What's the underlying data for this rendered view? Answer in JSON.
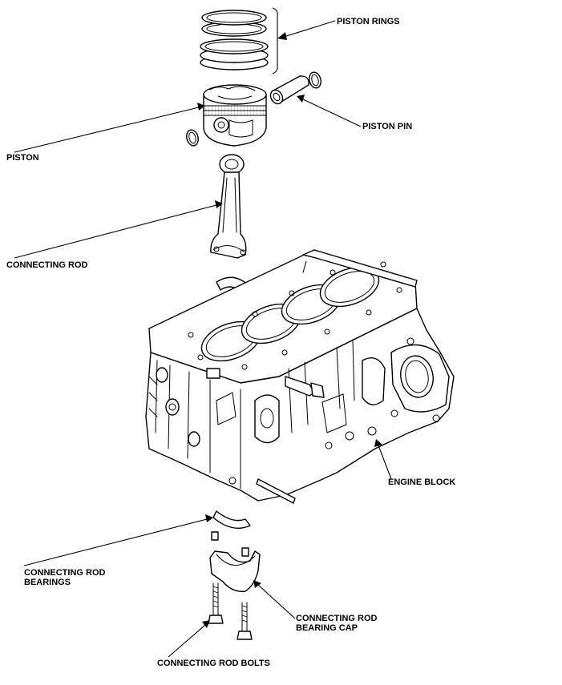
{
  "labels": {
    "piston_rings": "PISTON RINGS",
    "piston_pin": "PISTON PIN",
    "piston": "PISTON",
    "connecting_rod": "CONNECTING ROD",
    "engine_block": "ENGINE BLOCK",
    "connecting_rod_bearings_line1": "CONNECTING ROD",
    "connecting_rod_bearings_line2": "BEARINGS",
    "connecting_rod_bearing_cap_line1": "CONNECTING ROD",
    "connecting_rod_bearing_cap_line2": "BEARING CAP",
    "connecting_rod_bolts": "CONNECTING ROD BOLTS"
  }
}
